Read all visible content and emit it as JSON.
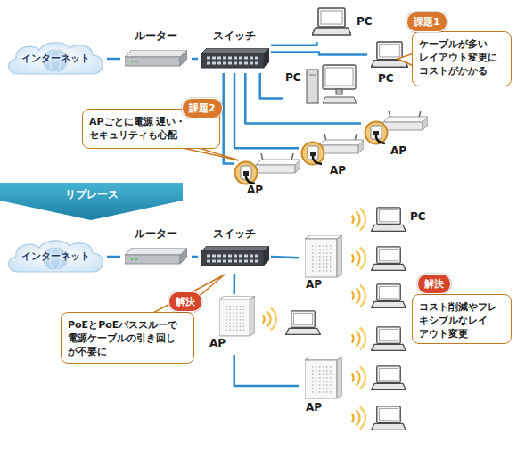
{
  "diagram": {
    "nodes": [
      {
        "text": [
          "インターネット"
        ]
      },
      {
        "text": [
          "ルーター"
        ]
      },
      {
        "text": [
          "スイッチ"
        ]
      },
      {
        "text": [
          "PC"
        ]
      },
      {
        "text": [
          "PC"
        ]
      },
      {
        "text": [
          "PC"
        ]
      },
      {
        "text": [
          "課題1",
          "ケーブルが多い レイアウト変更に コストがかかる"
        ]
      },
      {
        "text": [
          "課題2",
          "APごとに電源 遅い・セキュリティも心配"
        ]
      },
      {
        "text": [
          "AP"
        ]
      },
      {
        "text": [
          "AP"
        ]
      },
      {
        "text": [
          "AP"
        ]
      },
      {
        "text": [
          "リプレース"
        ]
      },
      {
        "text": [
          "インターネット"
        ]
      },
      {
        "text": [
          "ルーター"
        ]
      },
      {
        "text": [
          "スイッチ"
        ]
      },
      {
        "text": [
          "AP"
        ]
      },
      {
        "text": [
          "PC"
        ]
      },
      {
        "text": [
          "解決",
          "PoEとPoEパススルーで 電源ケーブルの引き回し が不要に"
        ]
      },
      {
        "text": [
          "AP"
        ]
      },
      {
        "text": [
          "解決",
          "コスト削減やフレ キシブルなレイ アウト変更"
        ]
      },
      {
        "text": [
          "AP"
        ]
      }
    ],
    "edges": [
      {
        "from": 0,
        "to": 1,
        "arrow": "none"
      },
      {
        "from": 1,
        "to": 2,
        "arrow": "none"
      },
      {
        "from": 2,
        "to": 3,
        "arrow": "none"
      },
      {
        "from": 2,
        "to": 4,
        "arrow": "none"
      },
      {
        "from": 2,
        "to": 5,
        "arrow": "none"
      },
      {
        "from": 2,
        "to": 8,
        "arrow": "none"
      },
      {
        "from": 2,
        "to": 9,
        "arrow": "none"
      },
      {
        "from": 2,
        "to": 10,
        "arrow": "none"
      },
      {
        "from": 12,
        "to": 13,
        "arrow": "none"
      },
      {
        "from": 13,
        "to": 14,
        "arrow": "none"
      },
      {
        "from": 14,
        "to": 15,
        "arrow": "none"
      },
      {
        "from": 14,
        "to": 18,
        "arrow": "none"
      },
      {
        "from": 18,
        "to": 20,
        "arrow": "none"
      }
    ]
  }
}
